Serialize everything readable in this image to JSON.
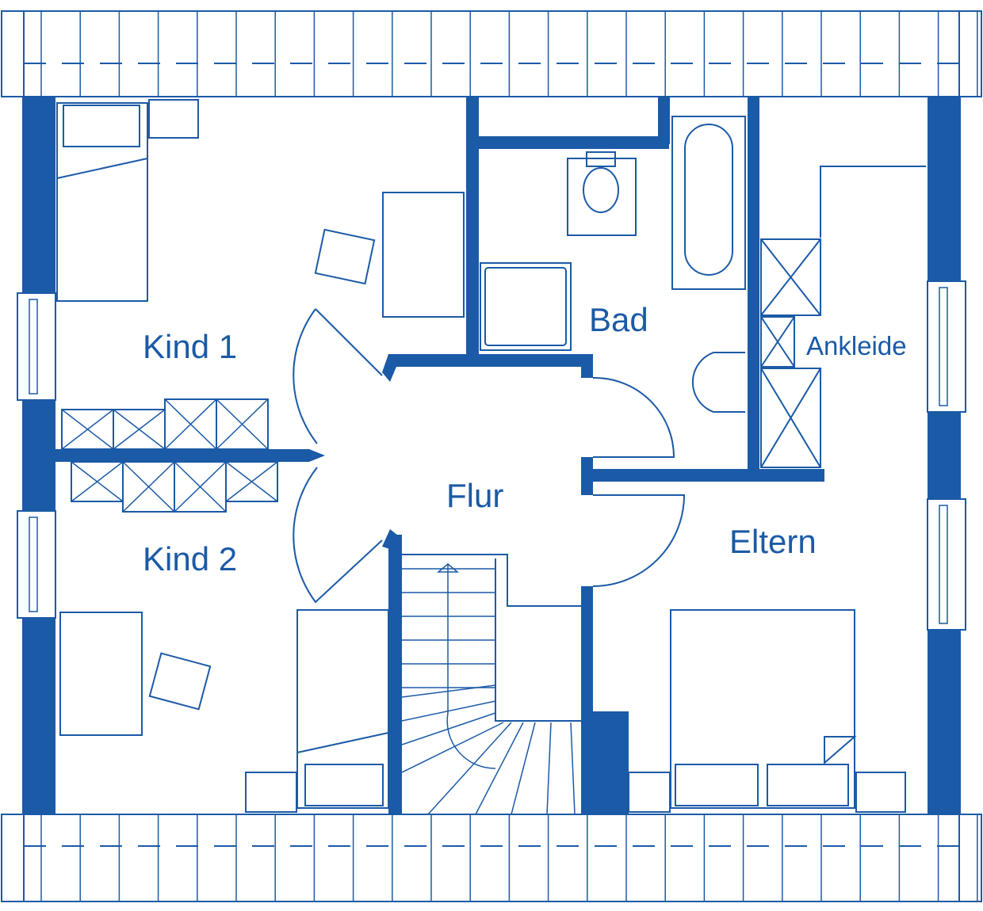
{
  "plan": {
    "color": "#1b5aa6",
    "rooms": {
      "kind1": "Kind 1",
      "kind2": "Kind 2",
      "bad": "Bad",
      "ankleide": "Ankleide",
      "flur": "Flur",
      "eltern": "Eltern"
    }
  }
}
